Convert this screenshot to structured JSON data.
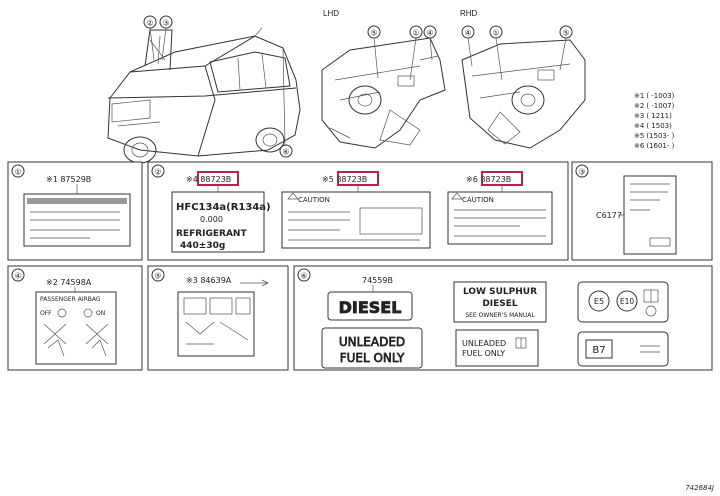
{
  "top": {
    "lhd_label": "LHD",
    "rhd_label": "RHD",
    "car_callouts": [
      "②",
      "③",
      "⑥"
    ],
    "lhd_callouts": [
      "⑤",
      "①",
      "④"
    ],
    "rhd_callouts": [
      "④",
      "①",
      "⑤"
    ]
  },
  "legend": [
    {
      "mark": "※1",
      "text": "(      -1003)"
    },
    {
      "mark": "※2",
      "text": "(      -1007)"
    },
    {
      "mark": "※3",
      "text": "(      1211)"
    },
    {
      "mark": "※4",
      "text": "(      1503)"
    },
    {
      "mark": "※5",
      "text": "(1503-     )"
    },
    {
      "mark": "※6",
      "text": "(1601-     )"
    }
  ],
  "panels": {
    "p1": {
      "num": "①",
      "part": "※1 87529B"
    },
    "p2": {
      "num": "②",
      "parts": [
        "※4 88723B",
        "※5 88723B",
        "※6 88723B"
      ],
      "label1_lines": [
        "HFC134a(R134a)",
        "0.000",
        "REFRIGERANT",
        "440±30g"
      ],
      "label2_title": "CAUTION",
      "label3_title": "CAUTION"
    },
    "p3": {
      "num": "③",
      "part": "C6177"
    },
    "p4": {
      "num": "④",
      "part": "※2 74598A",
      "title": "PASSENGER AIRBAG",
      "off": "OFF",
      "on": "ON"
    },
    "p5": {
      "num": "⑤",
      "part": "※3 84639A"
    },
    "p6": {
      "num": "⑥",
      "part": "74559B",
      "diesel": "DIESEL",
      "low_sulphur_lines": [
        "LOW SULPHUR",
        "DIESEL",
        "SEE OWNER'S MANUAL"
      ],
      "unleaded_big_lines": [
        "UNLEADED",
        "FUEL ONLY"
      ],
      "unleaded_small_lines": [
        "UNLEADED",
        "FUEL ONLY"
      ],
      "e5": "E5",
      "e10": "E10",
      "b7": "B7"
    }
  },
  "figure_code": "742684J"
}
